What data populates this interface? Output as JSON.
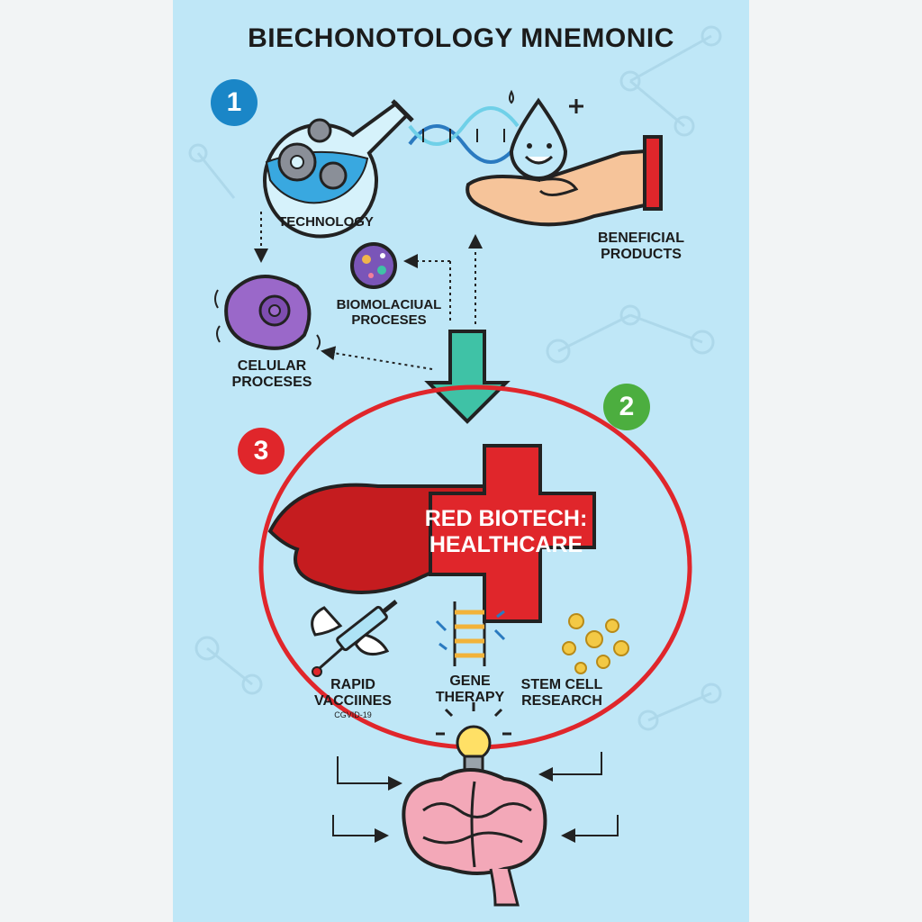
{
  "title": "BIECHONOTOLOGY MNEMONIC",
  "steps": {
    "one": "1",
    "two": "2",
    "three": "3"
  },
  "labels": {
    "technology": "TECHNOLOGY",
    "beneficial_1": "BENEFICIAL",
    "beneficial_2": "PRODUCTS",
    "biomol_1": "BIOMOLACIUAL",
    "biomol_2": "PROCESES",
    "cellular_1": "CELULAR",
    "cellular_2": "PROCESES",
    "red_1": "RED BIOTECH:",
    "red_2": "HEALTHCARE",
    "rapid_1": "RAPID",
    "rapid_2": "VACCIINES",
    "rapid_3": "CGVID-19",
    "gene_1": "GENE",
    "gene_2": "THERAPY",
    "stem_1": "STEM CELL",
    "stem_2": "RESEARCH"
  },
  "colors": {
    "background": "#bfe7f7",
    "badge_1": "#1a86c7",
    "badge_2": "#4cae3f",
    "badge_3": "#e0262b",
    "red": "#e0262b",
    "teal_arrow": "#3fc2a6"
  }
}
